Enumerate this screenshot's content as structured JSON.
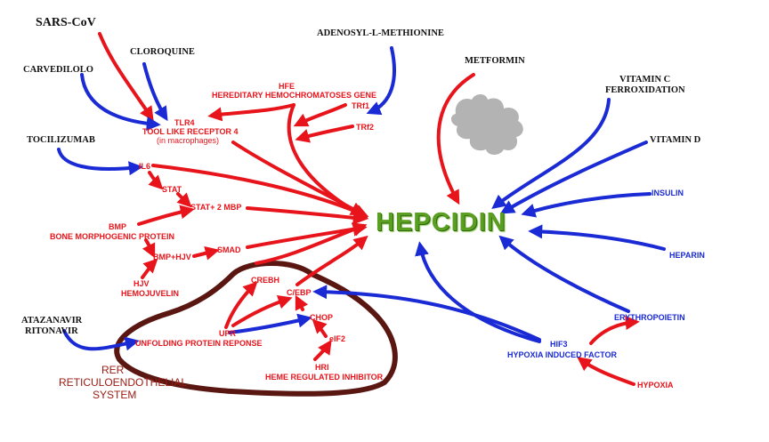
{
  "center": {
    "label": "HEPCIDIN",
    "color": "#5a9e22"
  },
  "colors": {
    "inducer": "#e8141b",
    "inhibitor": "#1a2ad4",
    "er_ring": "#5a1712",
    "puzzle": "#b3b3b3"
  },
  "nodes": {
    "sars_cov": "SARS-CoV",
    "cloroquine": "CLOROQUINE",
    "carvedilolo": "CARVEDILOLO",
    "adenosyl": "ADENOSYL-L-METHIONINE",
    "metformin": "METFORMIN",
    "vitamin_c_1": "VITAMIN C",
    "vitamin_c_2": "FERROXIDATION",
    "vitamin_d": "VITAMIN D",
    "tocilizumab": "TOCILIZUMAB",
    "insulin": "INSULIN",
    "heparin": "HEPARIN",
    "erythropoietin": "ERYTHROPOIETIN",
    "hif3_1": "HIF3",
    "hif3_2": "HYPOXIA INDUCED FACTOR",
    "hypoxia": "HYPOXIA",
    "atazanavir_1": "ATAZANAVIR",
    "atazanavir_2": "RITONAVIR",
    "hfe_1": "HFE",
    "hfe_2": "HEREDITARY HEMOCHROMATOSES GENE",
    "trf1": "TRf1",
    "trf2": "TRf2",
    "tlr4_1": "TLR4",
    "tlr4_2": "TOOL LIKE RECEPTOR 4",
    "tlr4_3": "(in macrophages)",
    "il6": "IL6",
    "stat": "STAT",
    "stat_mbp": "STAT+ 2 MBP",
    "bmp_1": "BMP",
    "bmp_2": "BONE MORPHOGENIC PROTEIN",
    "bmp_hjv": "BMP+HJV",
    "smad": "SMAD",
    "hjv_1": "HJV",
    "hjv_2": "HEMOJUVELIN",
    "crebh": "CREBH",
    "cebp": "C/EBP",
    "chop": "CHOP",
    "upr_1": "UPR",
    "upr_2": "UNFOLDING PROTEIN REPONSE",
    "eif2": "eIF2",
    "hri_1": "HRI",
    "hri_2": "HEME REGULATED INHIBITOR",
    "rer_1": "RER",
    "rer_2": "RETICULOENDOTHELIAL",
    "rer_3": "SYSTEM"
  }
}
